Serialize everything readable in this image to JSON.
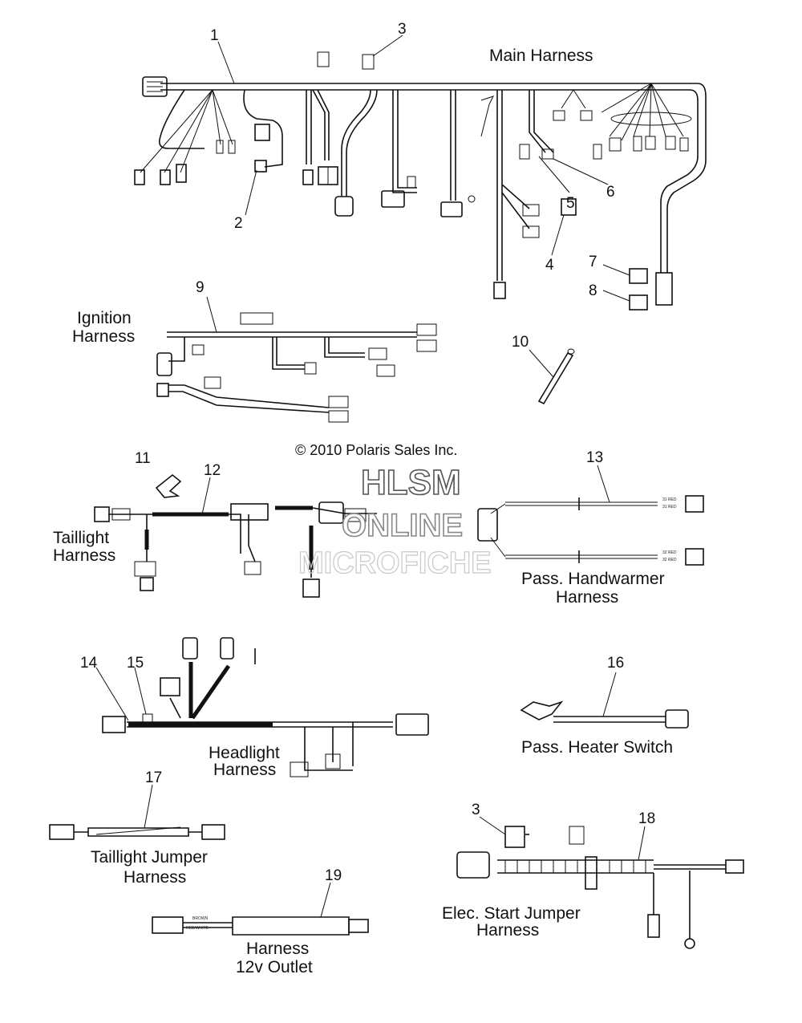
{
  "copyright": "© 2010 Polaris Sales Inc.",
  "watermark": {
    "line1": "HLSM",
    "line2": "ONLINE",
    "line3": "MICROFICHE"
  },
  "callouts": [
    "1",
    "2",
    "3",
    "4",
    "5",
    "6",
    "7",
    "8",
    "9",
    "10",
    "11",
    "12",
    "13",
    "14",
    "15",
    "16",
    "17",
    "18",
    "19",
    "3"
  ],
  "assembly_labels": {
    "main_harness": "Main Harness",
    "ignition_1": "Ignition",
    "ignition_2": "Harness",
    "taillight_1": "Taillight",
    "taillight_2": "Harness",
    "handwarmer_1": "Pass. Handwarmer",
    "handwarmer_2": "Harness",
    "headlight_1": "Headlight",
    "headlight_2": "Harness",
    "heater_switch": "Pass. Heater Switch",
    "taillight_jumper_1": "Taillight Jumper",
    "taillight_jumper_2": "Harness",
    "elec_start_1": "Elec. Start Jumper",
    "elec_start_2": "Harness",
    "outlet_1": "Harness",
    "outlet_2": "12v Outlet"
  },
  "wire_labels": {
    "outlet_brown": "BROWN",
    "outlet_red_white": "RED/WHITE"
  },
  "colors": {
    "line": "#111111",
    "background": "#ffffff",
    "watermark_outline": "#555555"
  }
}
